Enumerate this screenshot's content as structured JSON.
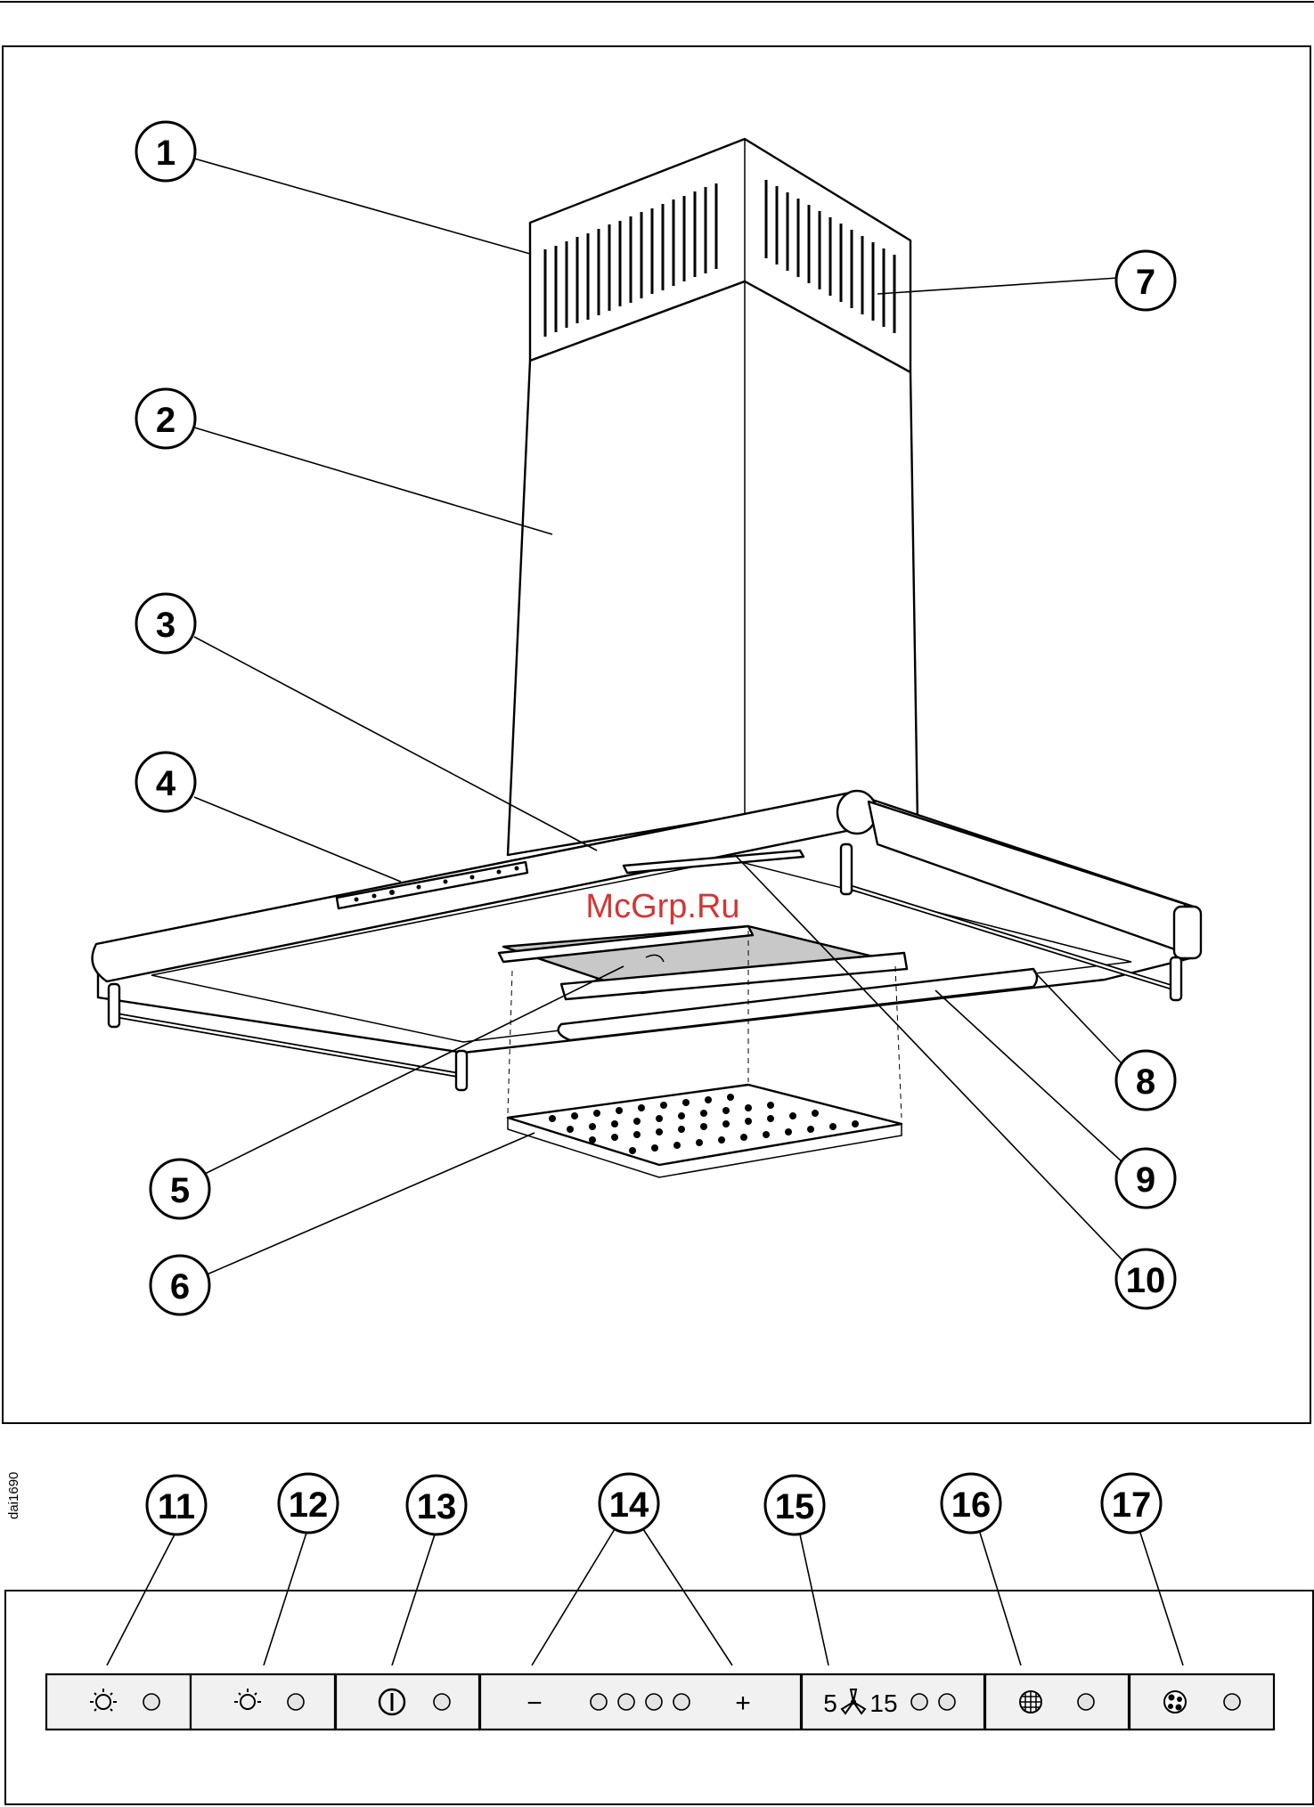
{
  "watermark": "McGrp.Ru",
  "side_code": "dai1690",
  "callouts_main": [
    "1",
    "2",
    "3",
    "4",
    "5",
    "6",
    "7",
    "8",
    "9",
    "10"
  ],
  "callouts_panel": [
    "11",
    "12",
    "13",
    "14",
    "15",
    "16",
    "17"
  ],
  "panel": {
    "minus": "−",
    "plus": "+",
    "fan_low": "5",
    "fan_high": "15"
  },
  "colors": {
    "watermark": "#cc2222",
    "line": "#000000"
  },
  "icons": [
    "light-icon",
    "light-icon",
    "power-icon",
    "minus-icon",
    "plus-icon",
    "fan-icon",
    "grease-filter-icon",
    "charcoal-filter-icon"
  ]
}
